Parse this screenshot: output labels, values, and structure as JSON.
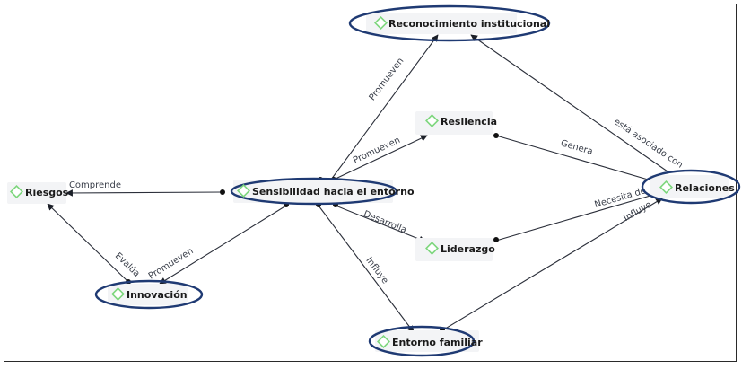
{
  "nodes": {
    "reconocimiento": "Reconocimiento institucional",
    "resiliencia": "Resilencia",
    "sensibilidad": "Sensibilidad hacia el entorno",
    "riesgos": "Riesgos",
    "liderazgo": "Liderazgo",
    "relaciones": "Relaciones",
    "innovacion": "Innovación",
    "entorno": "Entorno familiar"
  },
  "edges": {
    "sens_recon": "Promueven",
    "sens_resil": "Promueven",
    "sens_riesgos": "Comprende",
    "sens_lider": "Desarrolla",
    "sens_entorno": "Influye",
    "sens_innov": "Promueven",
    "innov_riesgos": "Evalúa",
    "resil_rel": "Genera",
    "rel_recon": "está asociado con",
    "lider_rel": "Necesita de",
    "entorno_rel": "Influye"
  },
  "colors": {
    "ellipse": "#1f3a73",
    "diamond": "#7cd67c",
    "edge": "#2b2f3a"
  }
}
